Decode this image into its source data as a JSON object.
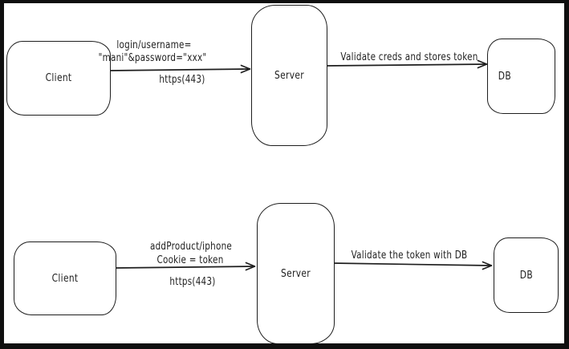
{
  "colors": {
    "stroke": "#1e1e1e",
    "frame": "#0f0f0f",
    "background": "#ffffff"
  },
  "flow_top": {
    "client_label": "Client",
    "server_label": "Server",
    "db_label": "DB",
    "request_line1": "login/username=",
    "request_line2": "\"mani\"&password=\"xxx\"",
    "protocol_label": "https(443)",
    "server_db_label": "Validate creds and stores token"
  },
  "flow_bottom": {
    "client_label": "Client",
    "server_label": "Server",
    "db_label": "DB",
    "request_line1": "addProduct/iphone",
    "request_line2": "Cookie = token",
    "protocol_label": "https(443)",
    "server_db_label": "Validate the token with DB"
  }
}
